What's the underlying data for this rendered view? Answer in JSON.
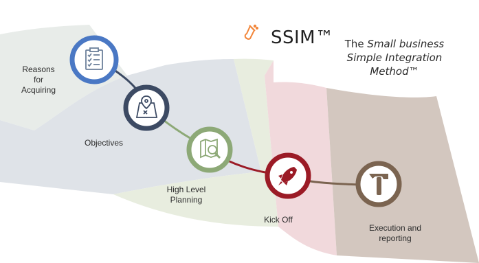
{
  "brand": {
    "name": "SSIM™",
    "tagline_prefix": "The ",
    "tagline_emph": "Small business Simple Integration Method",
    "tagline_suffix": "™"
  },
  "steps": [
    {
      "label_lines": [
        "Reasons",
        "for",
        "Acquiring"
      ],
      "icon": "checklist-icon",
      "color": "#4a78c4"
    },
    {
      "label_lines": [
        "Objectives"
      ],
      "icon": "map-pin-icon",
      "color": "#3c4a63"
    },
    {
      "label_lines": [
        "High Level",
        "Planning"
      ],
      "icon": "map-search-icon",
      "color": "#8da977"
    },
    {
      "label_lines": [
        "Kick Off"
      ],
      "icon": "rocket-icon",
      "color": "#9b1b26"
    },
    {
      "label_lines": [
        "Execution and",
        "reporting"
      ],
      "icon": "hammer-icon",
      "color": "#7b6450"
    }
  ],
  "colors": {
    "band_1": "#e8ece9",
    "band_2": "#dfe3e8",
    "band_3": "#e8eddf",
    "band_4": "#f1d9dc",
    "band_5": "#d3c7bf",
    "flask": "#f2863a"
  }
}
